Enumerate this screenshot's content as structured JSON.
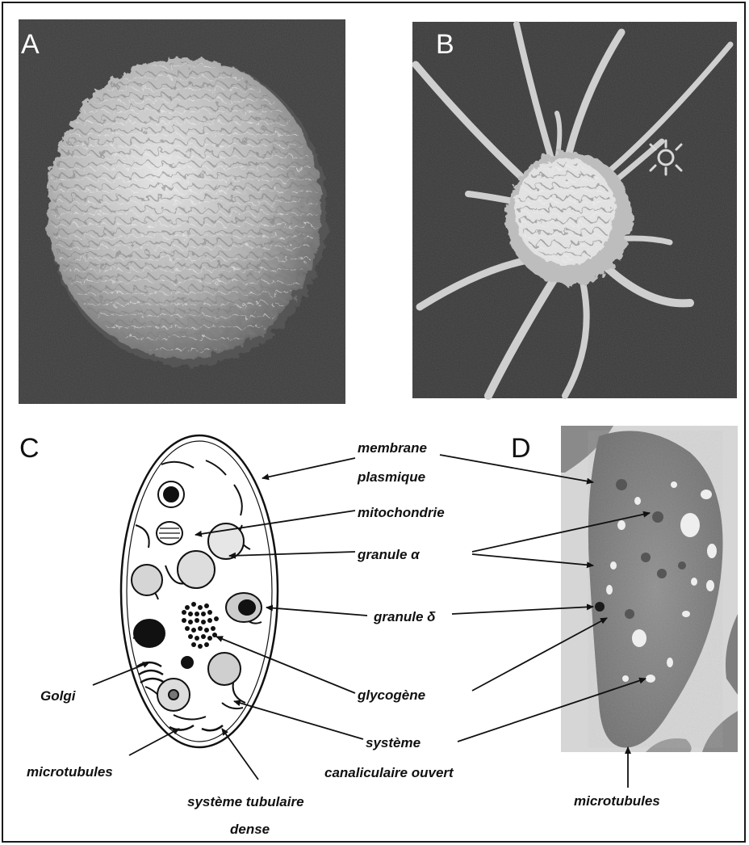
{
  "panels": {
    "a": {
      "letter": "A"
    },
    "b": {
      "letter": "B"
    },
    "c": {
      "letter": "C"
    },
    "d": {
      "letter": "D"
    }
  },
  "labels": {
    "membrane_1": "membrane",
    "membrane_2": "plasmique",
    "mitochondrie": "mitochondrie",
    "granule_alpha": "granule α",
    "granule_delta": "granule δ",
    "glycogene": "glycogène",
    "golgi": "Golgi",
    "microtubules_left": "microtubules",
    "systeme_canal_1": "système",
    "systeme_canal_2": "canaliculaire ouvert",
    "systeme_tub_1": "système tubulaire",
    "systeme_tub_2": "dense",
    "microtubules_right": "microtubules"
  },
  "colors": {
    "text": "#111111",
    "frame": "#1a1a1a",
    "micrograph_bg": "#3a3a3a",
    "panel_d_bg": "#d6d6d6"
  }
}
